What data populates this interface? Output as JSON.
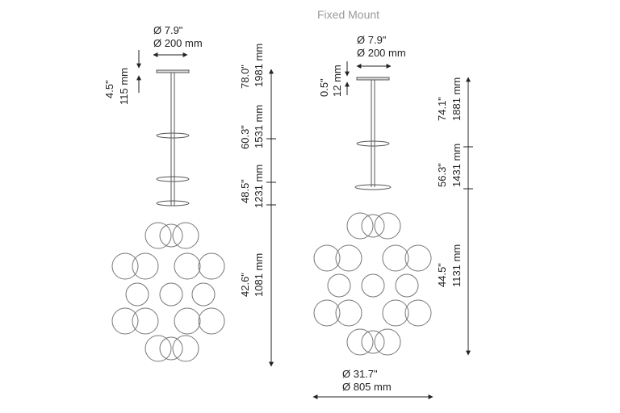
{
  "title": "Fixed Mount",
  "left": {
    "canopy_in": "Ø 7.9\"",
    "canopy_mm": "Ø 200 mm",
    "drop_in": "4.5\"",
    "drop_mm": "115 mm",
    "h1_in": "78.0\"",
    "h1_mm": "1981 mm",
    "h2_in": "60.3\"",
    "h2_mm": "1531 mm",
    "h3_in": "48.5\"",
    "h3_mm": "1231 mm",
    "h4_in": "42.6\"",
    "h4_mm": "1081 mm"
  },
  "right": {
    "canopy_in": "Ø 7.9\"",
    "canopy_mm": "Ø 200 mm",
    "drop_in": "0.5\"",
    "drop_mm": "12 mm",
    "h1_in": "74.1\"",
    "h1_mm": "1881 mm",
    "h2_in": "56.3\"",
    "h2_mm": "1431 mm",
    "h4_in": "44.5\"",
    "h4_mm": "1131 mm",
    "width_in": "Ø 31.7\"",
    "width_mm": "Ø 805 mm"
  }
}
